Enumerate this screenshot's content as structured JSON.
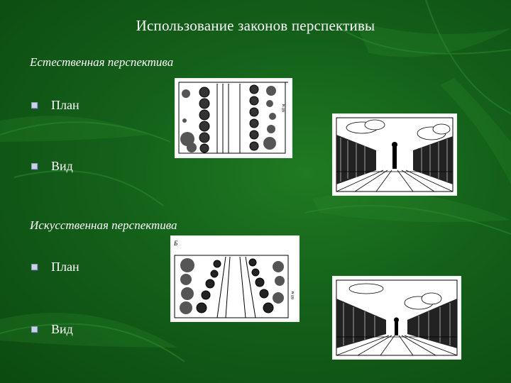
{
  "slide": {
    "title": "Использование законов перспективы",
    "sections": [
      {
        "heading": "Естественная перспектива",
        "bullets": [
          {
            "text": "План",
            "icon": "square-bullet-icon"
          },
          {
            "text": "Вид",
            "icon": "square-bullet-icon"
          }
        ],
        "plan_label": "60 м"
      },
      {
        "heading": "Искусственная перспектива",
        "bullets": [
          {
            "text": "План",
            "icon": "square-bullet-icon"
          },
          {
            "text": "Вид",
            "icon": "square-bullet-icon"
          }
        ],
        "plan_letter": "Б",
        "plan_label": "60 м"
      }
    ]
  },
  "colors": {
    "background": "#14601a",
    "text": "#ffffff",
    "bullet": "#c9d3e6"
  }
}
